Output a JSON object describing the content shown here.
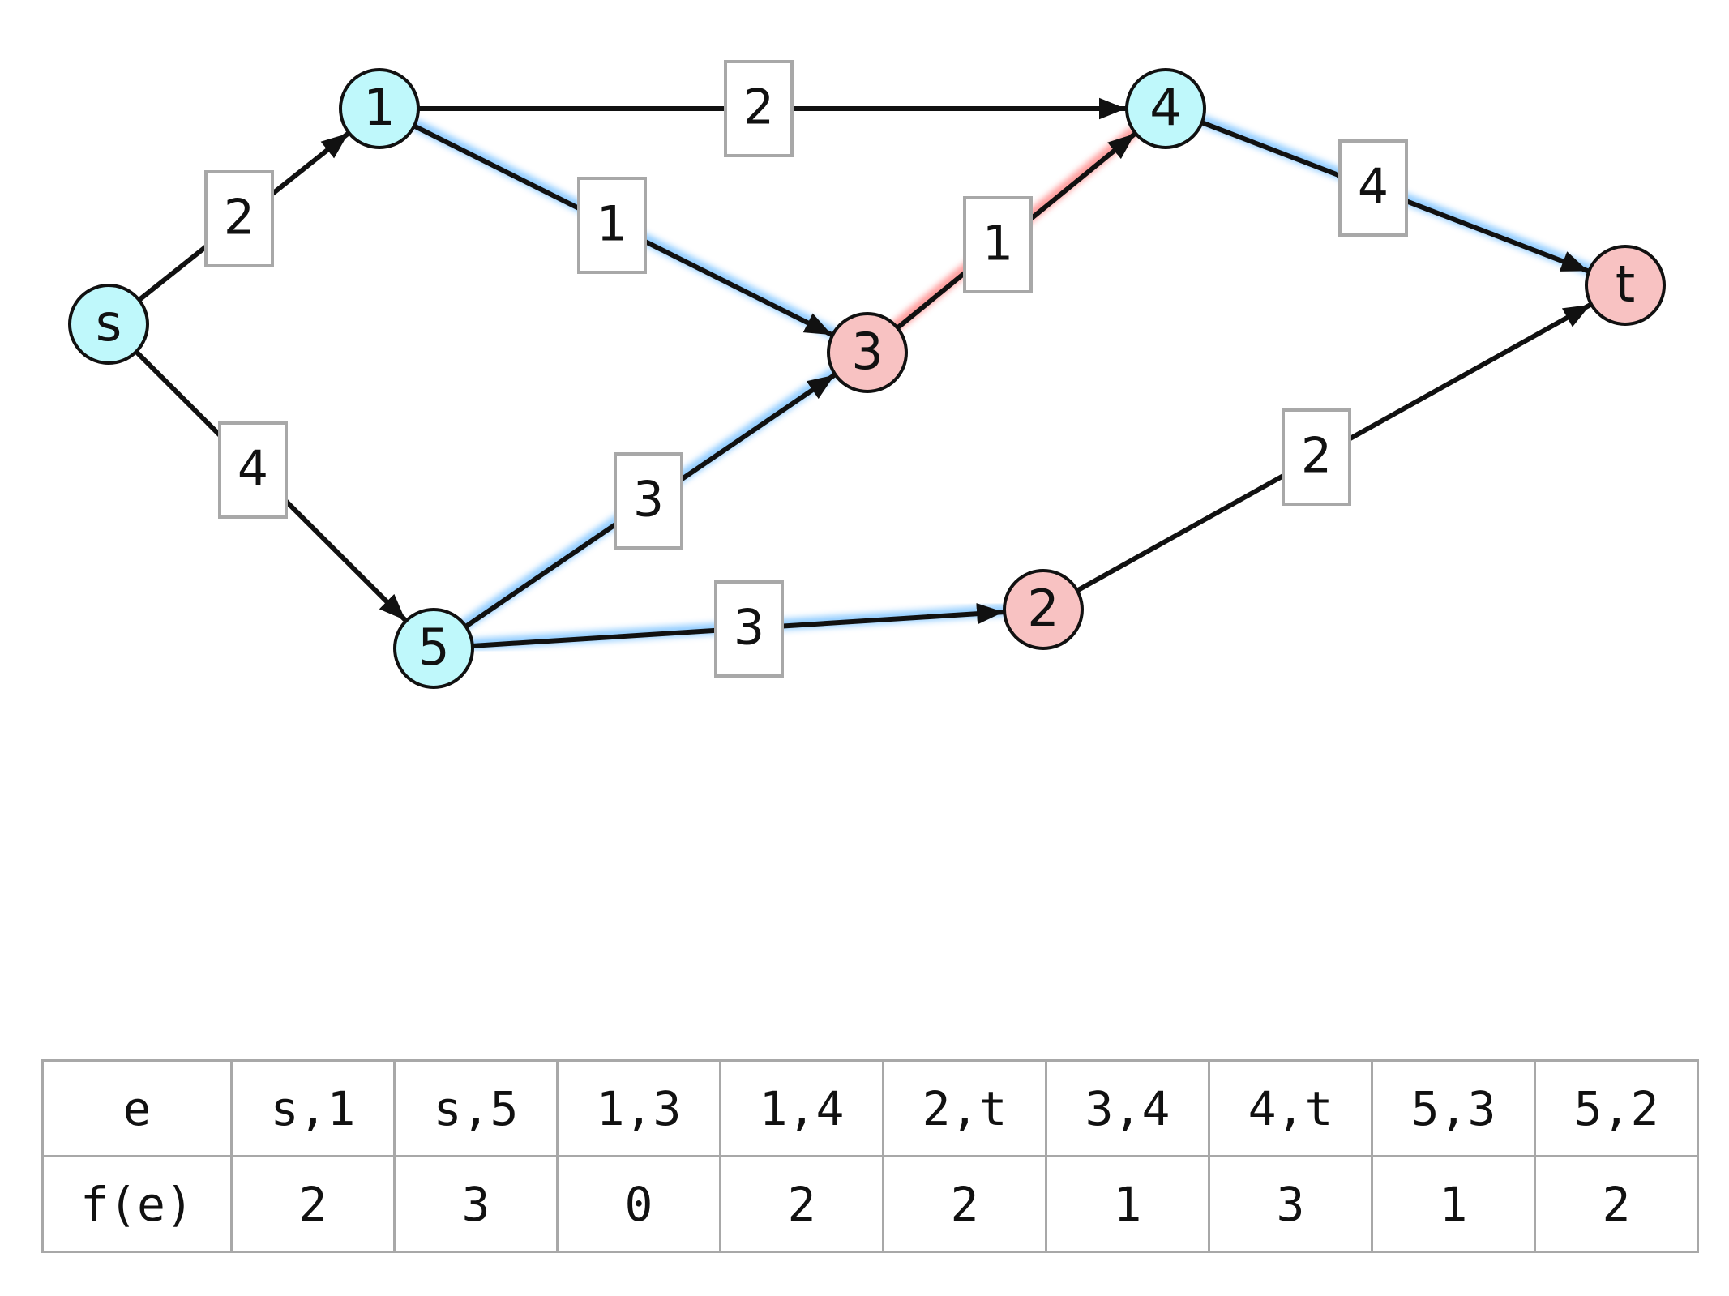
{
  "colors": {
    "cyan_node": "#bff8fb",
    "red_node": "#f8c2c2",
    "blue_glow": "#7fc4ff",
    "red_glow": "#ff8a8a",
    "edge": "#111111"
  },
  "graph": {
    "nodes": [
      {
        "id": "s",
        "label": "s",
        "color": "cyan"
      },
      {
        "id": "1",
        "label": "1",
        "color": "cyan"
      },
      {
        "id": "3",
        "label": "3",
        "color": "red"
      },
      {
        "id": "4",
        "label": "4",
        "color": "cyan"
      },
      {
        "id": "t",
        "label": "t",
        "color": "red"
      },
      {
        "id": "5",
        "label": "5",
        "color": "cyan"
      },
      {
        "id": "2",
        "label": "2",
        "color": "red"
      }
    ],
    "edges": [
      {
        "from": "s",
        "to": "1",
        "capacity": "2",
        "glow": "none"
      },
      {
        "from": "s",
        "to": "5",
        "capacity": "4",
        "glow": "none"
      },
      {
        "from": "1",
        "to": "4",
        "capacity": "2",
        "glow": "none"
      },
      {
        "from": "1",
        "to": "3",
        "capacity": "1",
        "glow": "blue"
      },
      {
        "from": "3",
        "to": "4",
        "capacity": "1",
        "glow": "red"
      },
      {
        "from": "4",
        "to": "t",
        "capacity": "4",
        "glow": "blue"
      },
      {
        "from": "5",
        "to": "3",
        "capacity": "3",
        "glow": "blue"
      },
      {
        "from": "5",
        "to": "2",
        "capacity": "3",
        "glow": "blue"
      },
      {
        "from": "2",
        "to": "t",
        "capacity": "2",
        "glow": "none"
      }
    ]
  },
  "table": {
    "row_header": "e",
    "value_header": "f(e)",
    "edges": [
      "s,1",
      "s,5",
      "1,3",
      "1,4",
      "2,t",
      "3,4",
      "4,t",
      "5,3",
      "5,2"
    ],
    "flows": [
      "2",
      "3",
      "0",
      "2",
      "2",
      "1",
      "3",
      "1",
      "2"
    ]
  }
}
